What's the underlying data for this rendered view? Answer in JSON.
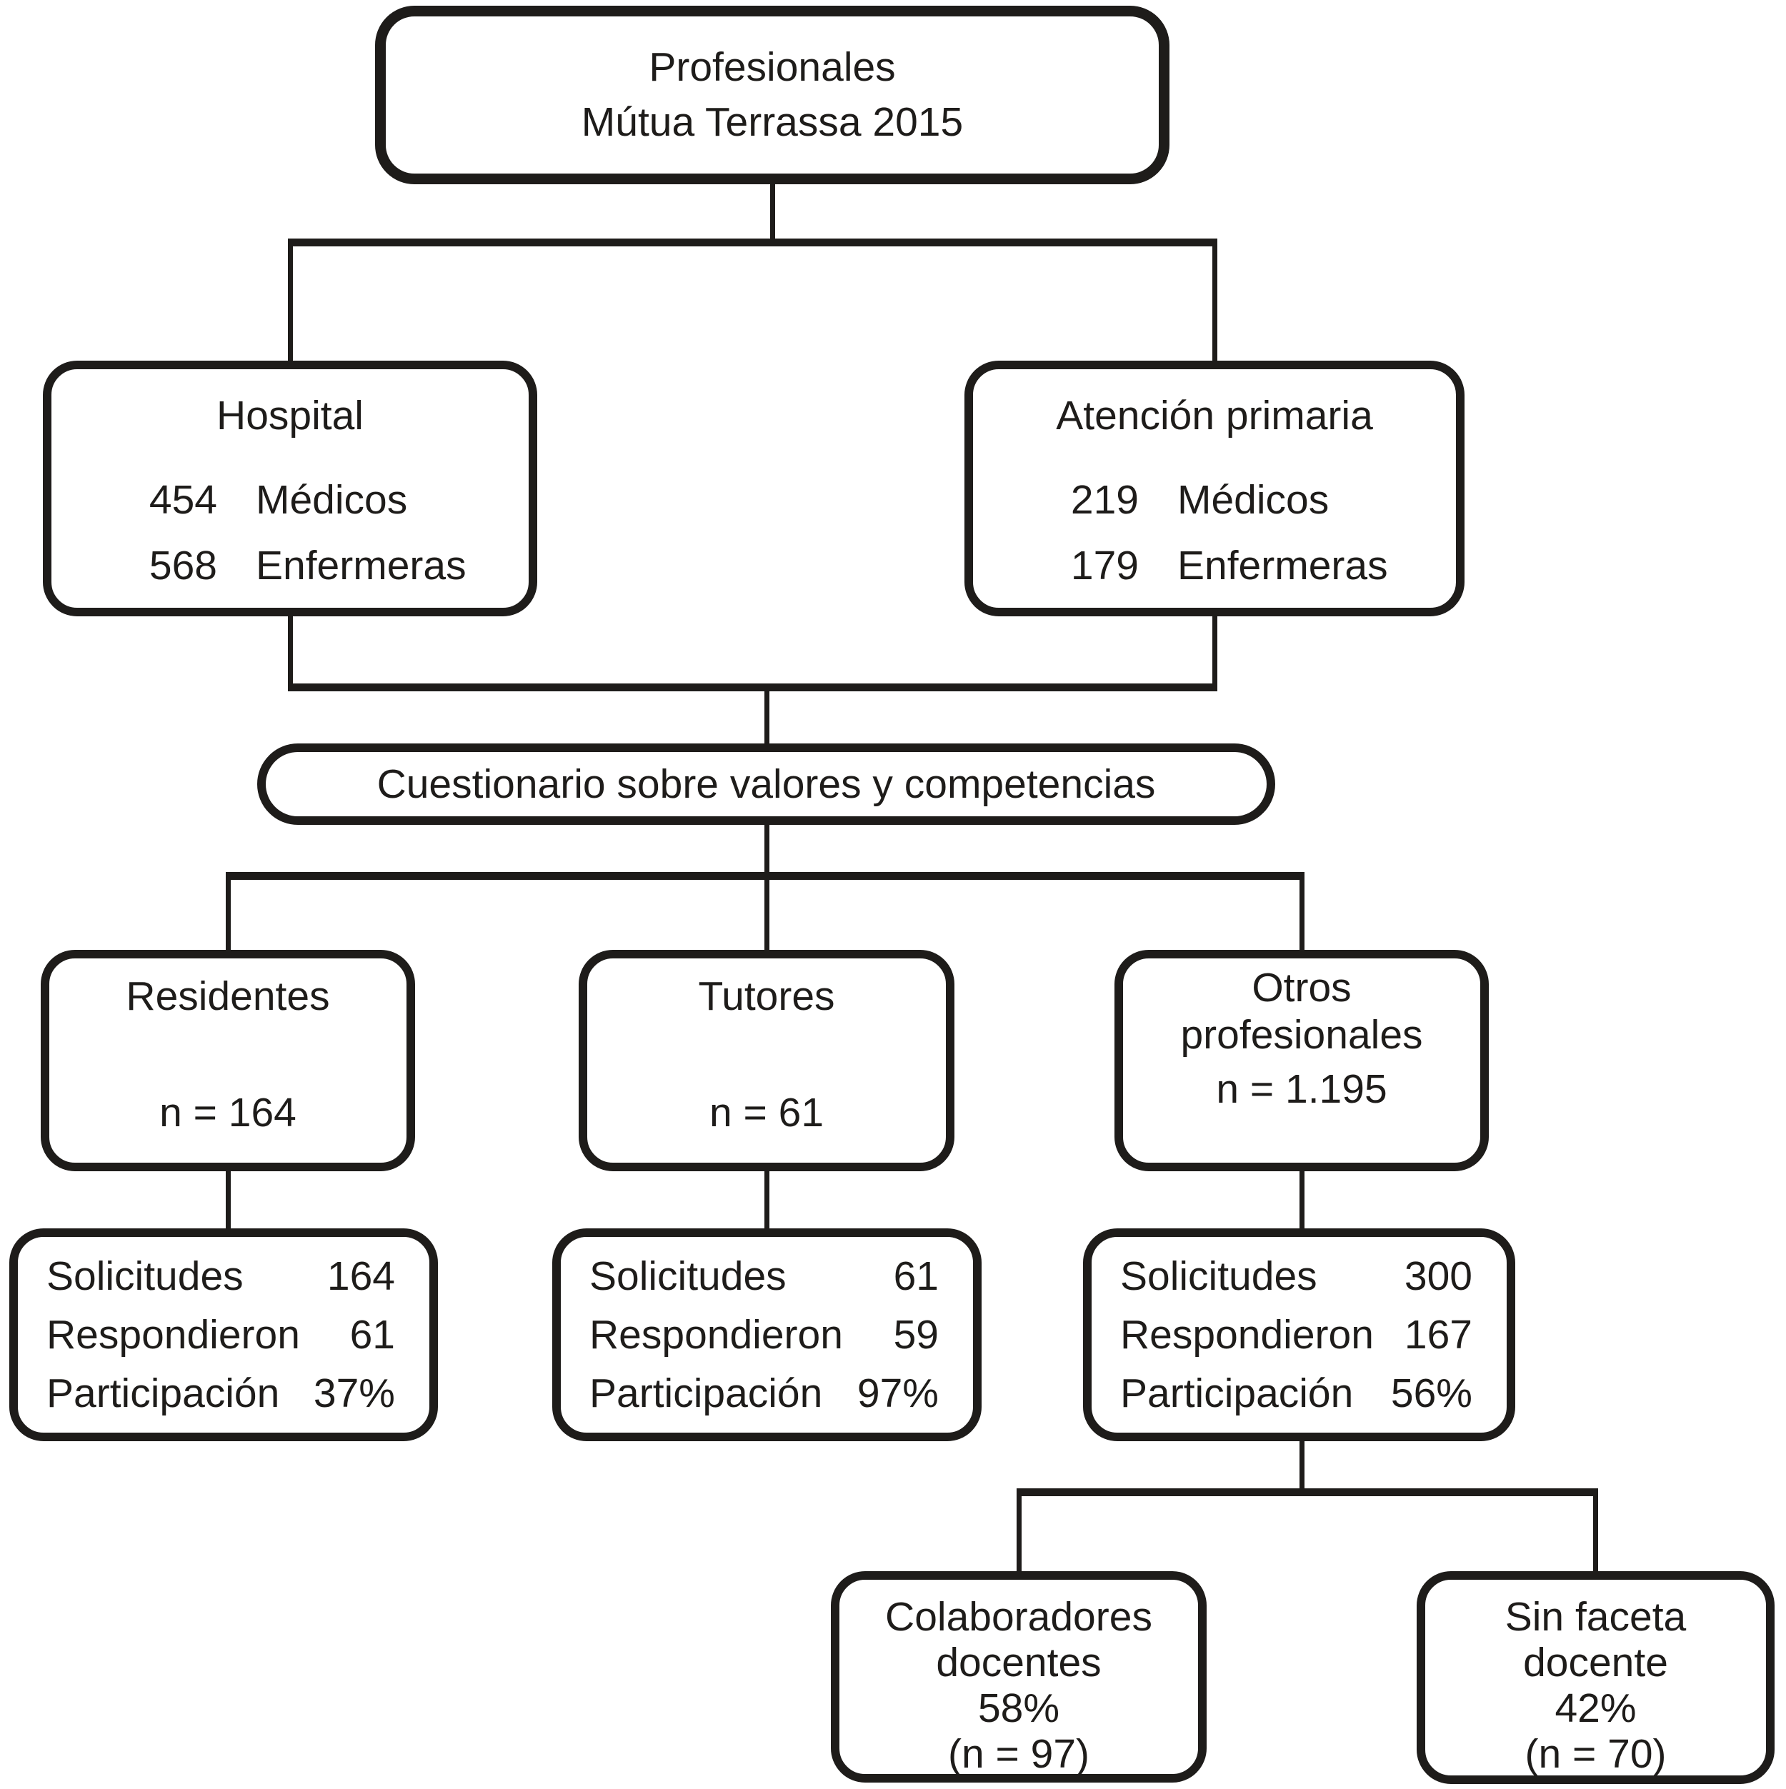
{
  "colors": {
    "ink": "#1e1c1a",
    "paper": "#ffffff"
  },
  "root_box": {
    "line1": "Profesionales",
    "line2": "Mútua Terrassa 2015"
  },
  "hospital_box": {
    "title": "Hospital",
    "rows": [
      {
        "value": "454",
        "label": "Médicos"
      },
      {
        "value": "568",
        "label": "Enfermeras"
      }
    ]
  },
  "primary_care_box": {
    "title": "Atención primaria",
    "rows": [
      {
        "value": "219",
        "label": "Médicos"
      },
      {
        "value": "179",
        "label": "Enfermeras"
      }
    ]
  },
  "questionnaire_pill": {
    "label": "Cuestionario sobre valores y competencias"
  },
  "residents_box": {
    "title": "Residentes",
    "n_label": "n = 164"
  },
  "tutors_box": {
    "title": "Tutores",
    "n_label": "n = 61"
  },
  "others_box": {
    "line1": "Otros",
    "line2": "profesionales",
    "n_label": "n = 1.195"
  },
  "residents_stats": {
    "rows": [
      {
        "label": "Solicitudes",
        "value": "164"
      },
      {
        "label": "Respondieron",
        "value": "61"
      },
      {
        "label": "Participación",
        "value": "37%"
      }
    ]
  },
  "tutors_stats": {
    "rows": [
      {
        "label": "Solicitudes",
        "value": "61"
      },
      {
        "label": "Respondieron",
        "value": "59"
      },
      {
        "label": "Participación",
        "value": "97%"
      }
    ]
  },
  "others_stats": {
    "rows": [
      {
        "label": "Solicitudes",
        "value": "300"
      },
      {
        "label": "Respondieron",
        "value": "167"
      },
      {
        "label": "Participación",
        "value": "56%"
      }
    ]
  },
  "collaborators_box": {
    "line1": "Colaboradores",
    "line2": "docentes",
    "line3": "58%",
    "line4": "(n = 97)"
  },
  "non_teaching_box": {
    "line1": "Sin faceta",
    "line2": "docente",
    "line3": "42%",
    "line4": "(n = 70)"
  }
}
